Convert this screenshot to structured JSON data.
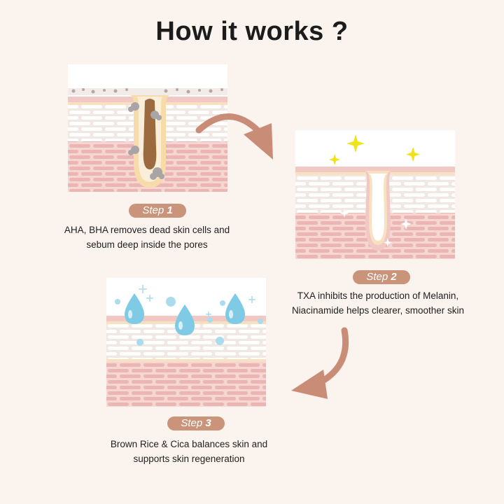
{
  "title": "How it works ?",
  "steps": [
    {
      "badge_label": "Step",
      "badge_number": "1",
      "line1": "AHA, BHA removes dead skin cells and",
      "line2": "sebum deep inside the pores",
      "illustration": "clogged-pore-illustration"
    },
    {
      "badge_label": "Step",
      "badge_number": "2",
      "line1": "TXA inhibits the production of Melanin,",
      "line2": "Niacinamide helps clearer, smoother skin",
      "illustration": "clean-pore-sparkle-illustration"
    },
    {
      "badge_label": "Step",
      "badge_number": "3",
      "line1": "Brown Rice & Cica balances skin and",
      "line2": "supports skin regeneration",
      "illustration": "hydrated-skin-droplets-illustration"
    }
  ],
  "colors": {
    "background": "#fbf3ee",
    "badge": "#c99479",
    "arrow": "#c98c76",
    "droplet": "#7fcbe6",
    "sparkle": "#f2e21a",
    "skin_pink": "#f2c8c4",
    "pore_plug": "#9b6a3e"
  },
  "icons": [
    "curved-arrow-icon",
    "sparkle-icon",
    "water-drop-icon"
  ]
}
